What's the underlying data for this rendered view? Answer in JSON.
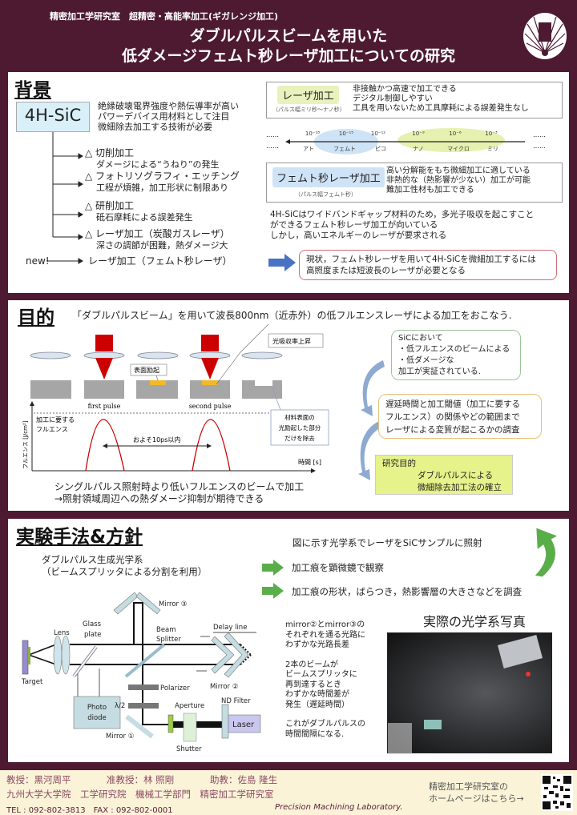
{
  "header": {
    "lab_line": "精密加工学研究室　超精密・高能率加工(ギガレンジ加工)",
    "title_1": "ダブルパルスビームを用いた",
    "title_2": "低ダメージフェムト秒レーザ加工についての研究"
  },
  "background": {
    "heading": "背景",
    "material": "4H-SiC",
    "material_desc": [
      "絶縁破壊電界強度や熱伝導率が高い",
      "パワーデバイス用材料として注目",
      "微細除去加工する技術が必要"
    ],
    "methods": [
      {
        "title": "△ 切削加工",
        "note": "ダメージによる“うねり”の発生"
      },
      {
        "title": "△ フォトリソグラフィ・エッチング",
        "note": "工程が煩雑，加工形状に制限あり"
      },
      {
        "title": "△ 研削加工",
        "note": "砥石摩耗による誤差発生"
      },
      {
        "title": "△ レーザ加工（炭酸ガスレーザ）",
        "note": "深さの調節が困難，熱ダメージ大"
      }
    ],
    "new_label": "new!",
    "new_method": "レーザ加工（フェムト秒レーザ）",
    "laser": {
      "label": "レーザ加工",
      "caption": "（パルス幅ミリ秒〜ナノ秒）",
      "points": [
        "非接触かつ高速で加工できる",
        "デジタル制御しやすい",
        "工具を用いないため工具摩耗による誤差発生なし"
      ]
    },
    "scale": {
      "dots": "……",
      "exponents": [
        "10⁻¹⁸",
        "10⁻¹⁵",
        "10⁻¹²",
        "10⁻⁹",
        "10⁻⁶",
        "10⁻³"
      ],
      "names": [
        "アト",
        "フェムト",
        "ピコ",
        "ナノ",
        "マイクロ",
        "ミリ"
      ]
    },
    "femto": {
      "label": "フェムト秒レーザ加工",
      "caption": "（パルス幅フェムト秒）",
      "points": [
        "高い分解能をもち微細加工に適している",
        "非熱的な（熱影響が少ない）加工が可能",
        "難加工性材も加工できる"
      ]
    },
    "paragraph": [
      "4H-SiCはワイドバンドギャップ材料のため，多光子吸収を起こすこと",
      "ができるフェムト秒レーザ加工が向いている",
      "しかし，高いエネルギーのレーザが要求される"
    ],
    "conclusion": [
      "現状，フェムト秒レーザを用いて4H-SiCを微細加工するには",
      "高照度または短波長のレーザが必要となる"
    ]
  },
  "purpose": {
    "heading": "目的",
    "intro": "「ダブルパルスビーム」を用いて波長800nm（近赤外）の低フルエンスレーザによる加工をおこなう.",
    "diagram": {
      "surface_excite": "表面励起",
      "absorption_up": "光吸収率上昇",
      "first_pulse": "first pulse",
      "second_pulse": "second pulse",
      "threshold": [
        "加工に要する",
        "フルエンス"
      ],
      "ylabel": "フルエンス [J/cm²]",
      "xlabel": "時間 [s]",
      "interval": "およそ10ps以内",
      "callout": [
        "材料表面の",
        "光励起した部分",
        "だけを除去"
      ]
    },
    "summary": [
      "シングルパルス照射時より低いフルエンスのビームで加工",
      "→照射領域周辺への熱ダメージ抑制が期待できる"
    ],
    "flow": [
      [
        "SiCにおいて",
        "・低フルエンスのビームによる",
        "・低ダメージな",
        "加工が実証されている."
      ],
      [
        "遅延時間と加工閾値（加工に要する",
        "フルエンス）の関係やどの範囲まで",
        "レーザによる変質が起こるかの調査"
      ]
    ],
    "goal": {
      "label": "研究目的",
      "lines": [
        "ダブルパルスによる",
        "微細除去加工法の確立"
      ]
    }
  },
  "method": {
    "heading": "実験手法&方針",
    "subtitle": [
      "ダブルパルス生成光学系",
      "（ビームスプリッタによる分割を利用）"
    ],
    "optics": {
      "mirror3": "Mirror ③",
      "glass": [
        "Glass",
        "plate"
      ],
      "lens": "Lens",
      "splitter": [
        "Beam",
        "Splitter"
      ],
      "delay": "Delay line",
      "target": "Target",
      "polarizer": "Polarizer",
      "mirror2": "Mirror ②",
      "photodiode": [
        "Photo",
        "diode"
      ],
      "half_wave": "λ/2",
      "aperture": "Aperture",
      "nd": "ND Filter",
      "laser": "Laser",
      "mirror1": "Mirror ①",
      "shutter": "Shutter"
    },
    "steps": [
      "図に示す光学系でレーザをSiCサンプルに照射",
      "加工痕を顕微鏡で観察",
      "加工痕の形状，ばらつき，熱影響層の大きさなどを調査"
    ],
    "notes": [
      "mirror②とmirror③の",
      "それぞれを通る光路に",
      "わずかな光路長差",
      "",
      "2本のビームが",
      "ビームスプリッタに",
      "再到達するとき",
      "わずかな時間差が",
      "発生（遅延時間）",
      "",
      "これがダブルパルスの",
      "時間間隔になる."
    ],
    "photo_title": "実際の光学系写真"
  },
  "footer": {
    "staff": [
      "教授：黒河周平",
      "准教授：林 照剛",
      "助教：佐島 隆生"
    ],
    "affiliation": "九州大学大学院　工学研究院　機械工学部門　精密加工学研究室",
    "tel": "TEL : 092-802-3813　FAX : 092-802-0001",
    "lab_en": "Precision Machining Laboratory.",
    "homepage": [
      "精密加工学研究室の",
      "ホームページはこちら→"
    ]
  },
  "colors": {
    "maroon": "#4d1a32",
    "cream": "#fbf3d8",
    "laser_red": "#cc0000",
    "accent_green": "#5aae4a"
  }
}
